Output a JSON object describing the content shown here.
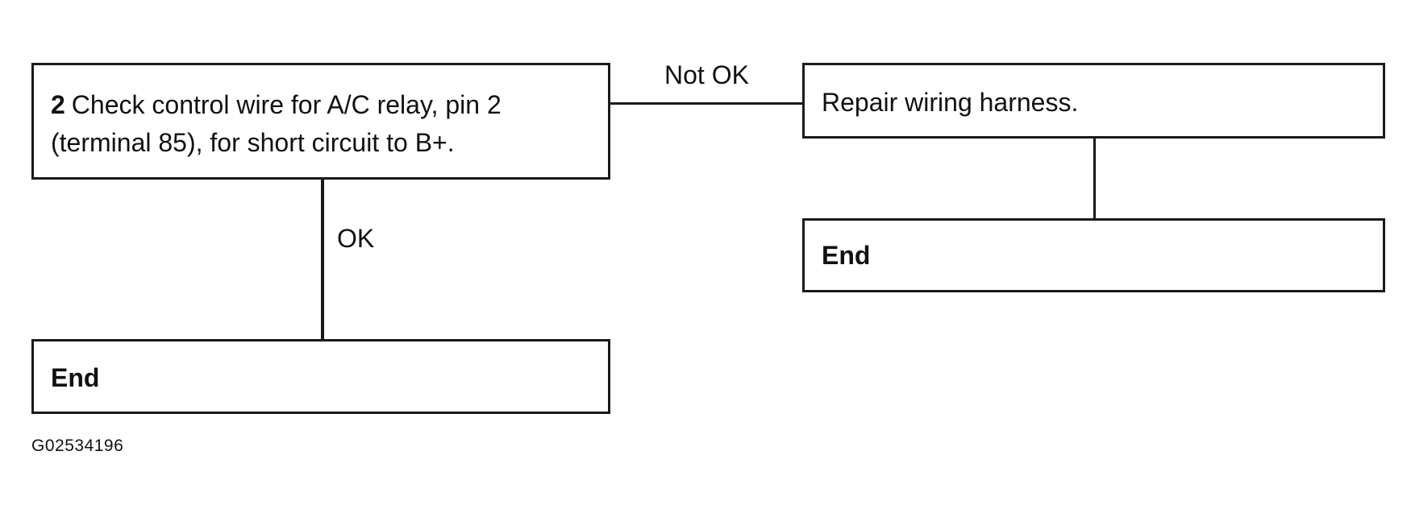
{
  "flowchart": {
    "step2": {
      "number": "2",
      "text_line1": "Check control wire for A/C relay, pin 2",
      "text_line2": "(terminal 85), for short circuit to B+."
    },
    "edges": {
      "not_ok": "Not OK",
      "ok": "OK"
    },
    "repair": {
      "text": "Repair wiring harness."
    },
    "end_right": {
      "text": "End"
    },
    "end_left": {
      "text": "End"
    }
  },
  "figure_id": "G02534196",
  "colors": {
    "line": "#1a1a1a",
    "background": "#ffffff",
    "text": "#111111"
  }
}
